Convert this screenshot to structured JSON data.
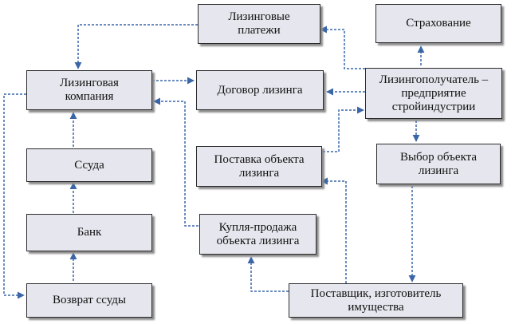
{
  "nodes": {
    "lizingovye_platezhi": "Лизинговые\nплатежи",
    "strakhovanie": "Страхование",
    "lizingovaya_kompaniya": "Лизинговая\nкомпания",
    "dogovor_lizinga": "Договор лизинга",
    "lizingopoluchatel": "Лизингополучатель –\nпредприятие\nстройиндустрии",
    "ssuda": "Ссуда",
    "postavka_obekta": "Поставка объекта\nлизинга",
    "vybor_obekta": "Выбор объекта\nлизинга",
    "bank": "Банк",
    "kuplya_prodazha": "Купля-продажа\nобъекта лизинга",
    "vozvrat_ssudy": "Возврат ссуды",
    "postavshchik": "Поставщик, изготовитель\nимущества"
  },
  "colors": {
    "box_fill": "#e6e6ee",
    "box_border": "#2b2b2b",
    "arrow": "#3a66a8"
  }
}
